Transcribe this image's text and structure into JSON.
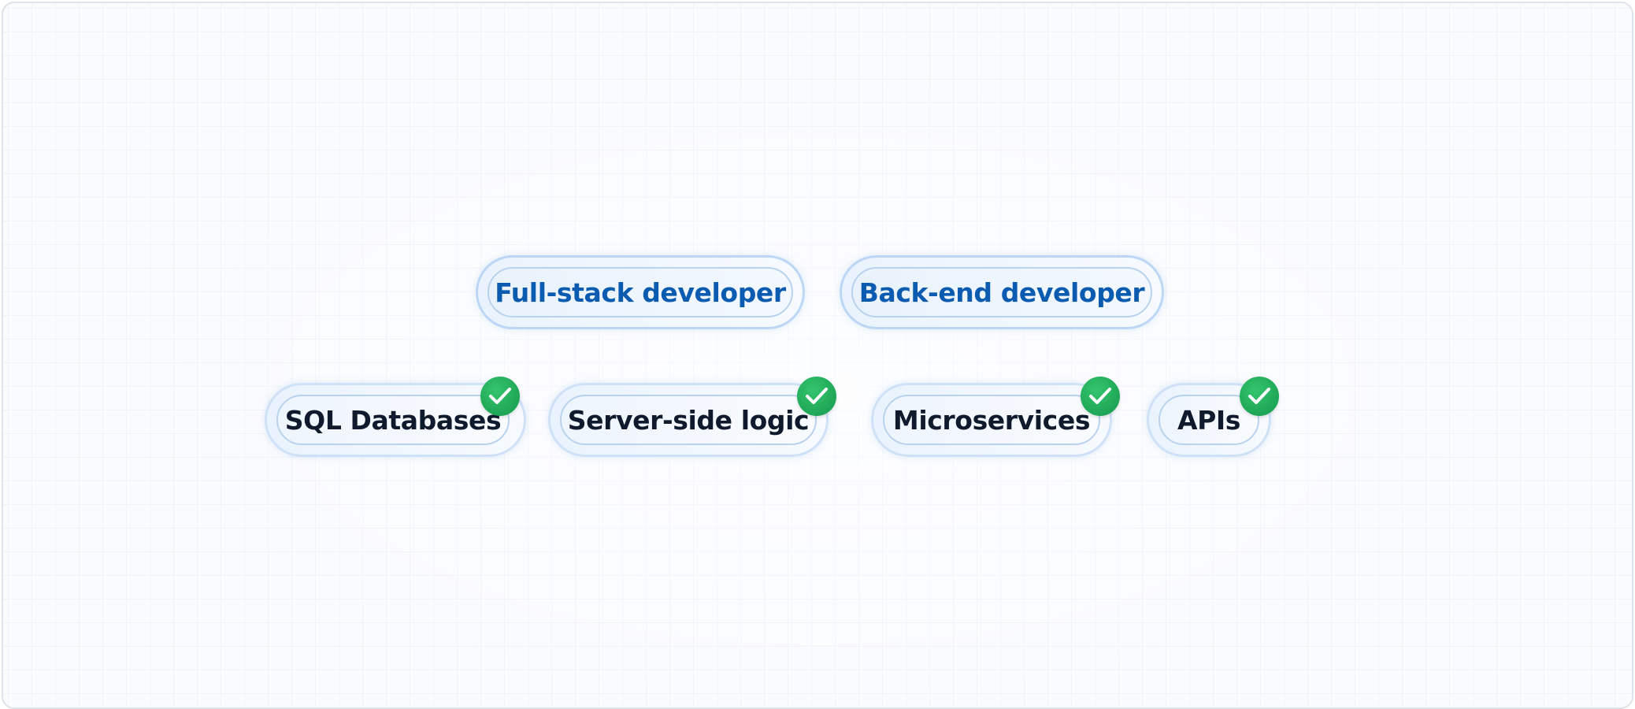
{
  "roles": [
    {
      "label": "Full-stack developer"
    },
    {
      "label": "Back-end developer"
    }
  ],
  "skills": [
    {
      "label": "SQL Databases",
      "checked": true
    },
    {
      "label": "Server-side logic",
      "checked": true
    },
    {
      "label": "Microservices",
      "checked": true
    },
    {
      "label": "APIs",
      "checked": true
    }
  ],
  "colors": {
    "role_text": "#0b5cb0",
    "skill_text": "#0f1b2d",
    "check_badge": "#1ea656",
    "pill_border": "#b9d3ef"
  },
  "icons": {
    "check": "checkmark-icon"
  }
}
